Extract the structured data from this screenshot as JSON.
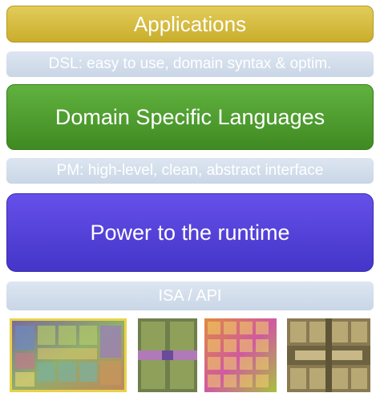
{
  "layers": {
    "applications": "Applications",
    "dsl_note": "DSL: easy to use, domain syntax & optim.",
    "dsl": "Domain Specific Languages",
    "pm_note": "PM: high-level, clean, abstract interface",
    "runtime": "Power to the runtime",
    "isa": "ISA / API"
  },
  "colors": {
    "applications": "#d4bb3c",
    "dsl": "#4f9e2f",
    "runtime": "#5442da",
    "notes": "#d3dded"
  },
  "chips": [
    {
      "name": "multicore-cpu-die"
    },
    {
      "name": "gpu-die"
    },
    {
      "name": "many-core-die"
    },
    {
      "name": "processor-die"
    }
  ]
}
